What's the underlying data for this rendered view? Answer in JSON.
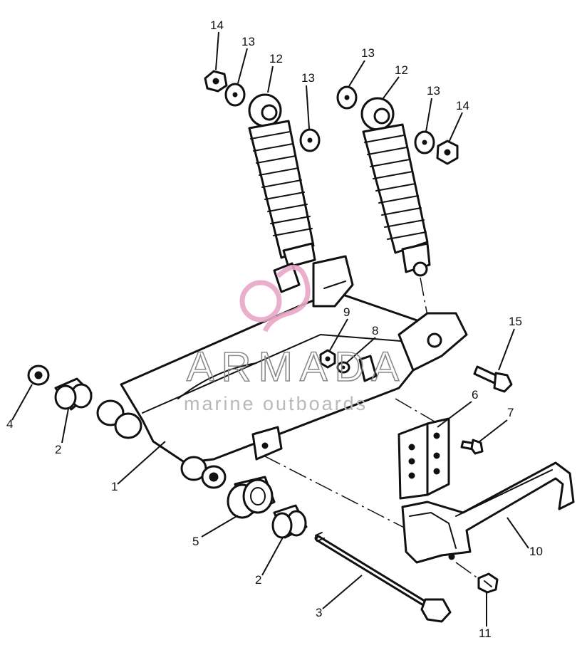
{
  "watermark": {
    "brand": "ARMADA",
    "tagline": "marine outboards",
    "colors": {
      "logo": "#e8a6c8",
      "text": "#8a8a8a"
    }
  },
  "callouts": {
    "c1": "1",
    "c2a": "2",
    "c2b": "2",
    "c3": "3",
    "c4": "4",
    "c5": "5",
    "c6": "6",
    "c7": "7",
    "c8": "8",
    "c9": "9",
    "c10": "10",
    "c11": "11",
    "c12a": "12",
    "c12b": "12",
    "c13a": "13",
    "c13b": "13",
    "c13c": "13",
    "c13d": "13",
    "c14a": "14",
    "c14b": "14",
    "c15": "15"
  }
}
